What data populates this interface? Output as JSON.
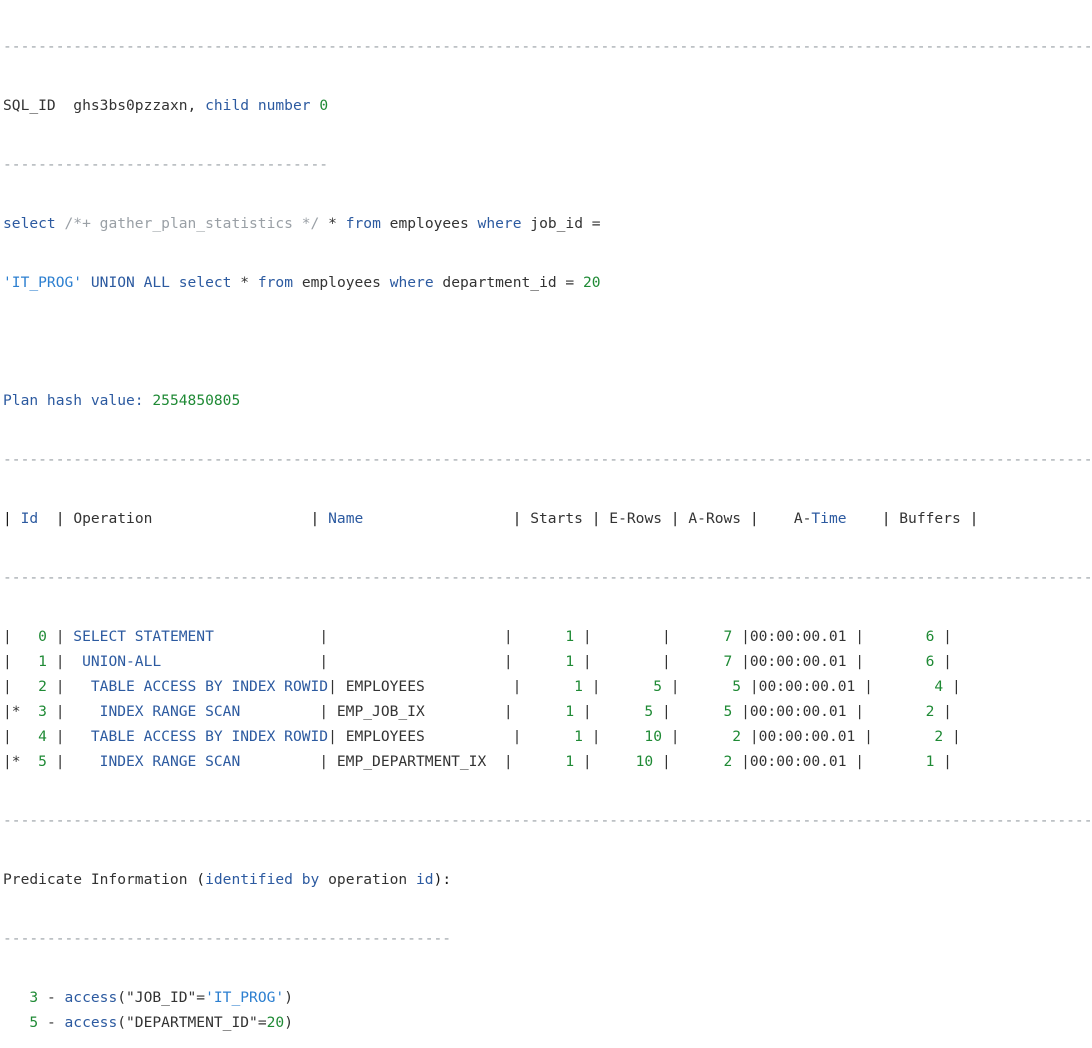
{
  "header": {
    "sep_long": "------------------------------------------------------------------------------------------------------------------------------",
    "sql_id_label": "SQL_ID",
    "sql_id_value": "ghs3bs0pzzaxn,",
    "child_label": "child number",
    "child_value": "0",
    "sep_short": "-------------------------------------"
  },
  "sql": {
    "line1": {
      "select": "select",
      "comment": "/*+ gather_plan_statistics */",
      "star": "*",
      "from": "from",
      "table": "employees",
      "where": "where",
      "col": "job_id ="
    },
    "line2": {
      "string": "'IT_PROG'",
      "union": "UNION ALL",
      "select": "select",
      "star": "*",
      "from": "from",
      "table": "employees",
      "where": "where",
      "col": "department_id =",
      "num": "20"
    }
  },
  "plan_hash": {
    "label": "Plan hash value:",
    "value": "2554850805"
  },
  "table": {
    "sep": "-------------------------------------------------------------------------------------------------------------------------------",
    "headers": {
      "id": "Id",
      "operation": "Operation",
      "name": "Name",
      "starts": "Starts",
      "erows": "E-Rows",
      "arows": "A-Rows",
      "atime_a": "A-",
      "atime_b": "Time",
      "buffers": "Buffers"
    },
    "rows": [
      {
        "mark": " ",
        "id": "0",
        "op": "SELECT STATEMENT",
        "name": "",
        "starts": "1",
        "erows": "",
        "arows": "7",
        "atime": "00:00:00.01",
        "buffers": "6"
      },
      {
        "mark": " ",
        "id": "1",
        "op": " UNION-ALL",
        "name": "",
        "starts": "1",
        "erows": "",
        "arows": "7",
        "atime": "00:00:00.01",
        "buffers": "6"
      },
      {
        "mark": " ",
        "id": "2",
        "op": "  TABLE ACCESS BY INDEX ROWID",
        "name": "EMPLOYEES",
        "starts": "1",
        "erows": "5",
        "arows": "5",
        "atime": "00:00:00.01",
        "buffers": "4"
      },
      {
        "mark": "*",
        "id": "3",
        "op": "   INDEX RANGE SCAN",
        "name": "EMP_JOB_IX",
        "starts": "1",
        "erows": "5",
        "arows": "5",
        "atime": "00:00:00.01",
        "buffers": "2"
      },
      {
        "mark": " ",
        "id": "4",
        "op": "  TABLE ACCESS BY INDEX ROWID",
        "name": "EMPLOYEES",
        "starts": "1",
        "erows": "10",
        "arows": "2",
        "atime": "00:00:00.01",
        "buffers": "2"
      },
      {
        "mark": "*",
        "id": "5",
        "op": "   INDEX RANGE SCAN",
        "name": "EMP_DEPARTMENT_IX",
        "starts": "1",
        "erows": "10",
        "arows": "2",
        "atime": "00:00:00.01",
        "buffers": "1"
      }
    ]
  },
  "predicate": {
    "title_a": "Predicate Information",
    "title_b": "identified by",
    "title_c": "operation",
    "title_d": "id",
    "sep": "---------------------------------------------------",
    "items": [
      {
        "num": "3",
        "fn": "access",
        "arg_a": "\"JOB_ID\"=",
        "arg_str": "'IT_PROG'",
        "arg_end": ")"
      },
      {
        "num": "5",
        "fn": "access",
        "arg_a": "\"DEPARTMENT_ID\"=",
        "arg_num": "20",
        "arg_end": ")"
      }
    ]
  }
}
